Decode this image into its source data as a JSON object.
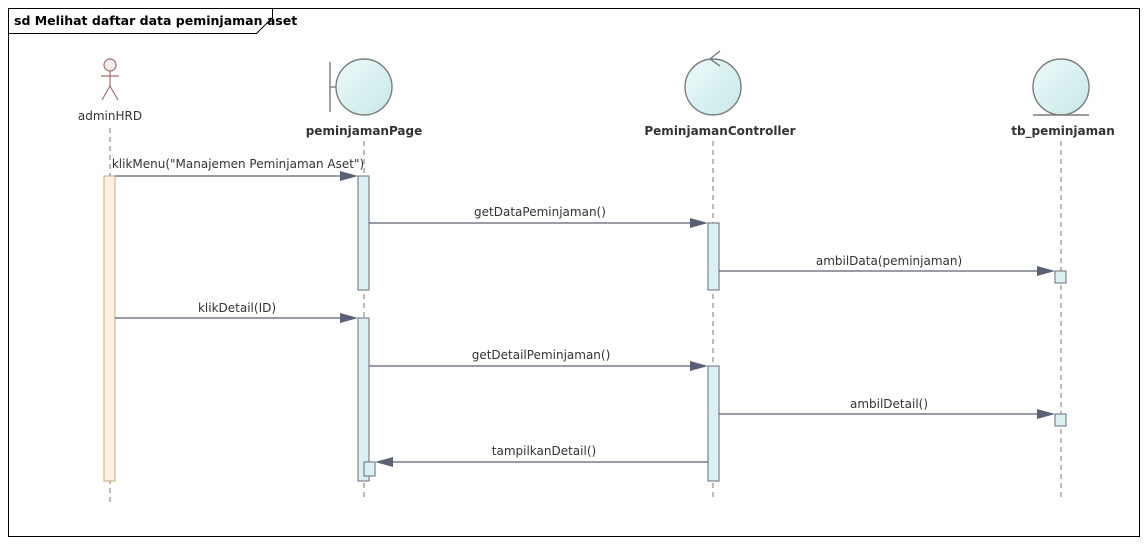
{
  "frame": {
    "title": "sd Melihat daftar data peminjaman aset"
  },
  "lifelines": [
    {
      "id": "adminHRD",
      "label": "adminHRD",
      "kind": "actor"
    },
    {
      "id": "peminjamanPage",
      "label": "peminjamanPage",
      "kind": "boundary"
    },
    {
      "id": "PeminjamanController",
      "label": "PeminjamanController",
      "kind": "control"
    },
    {
      "id": "tb_peminjaman",
      "label": "tb_peminjaman",
      "kind": "entity"
    }
  ],
  "messages": [
    {
      "label": "klikMenu(\"Manajemen Peminjaman Aset\")",
      "from": "adminHRD",
      "to": "peminjamanPage"
    },
    {
      "label": "getDataPeminjaman()",
      "from": "peminjamanPage",
      "to": "PeminjamanController"
    },
    {
      "label": "ambilData(peminjaman)",
      "from": "PeminjamanController",
      "to": "tb_peminjaman"
    },
    {
      "label": "klikDetail(ID)",
      "from": "adminHRD",
      "to": "peminjamanPage"
    },
    {
      "label": "getDetailPeminjaman()",
      "from": "peminjamanPage",
      "to": "PeminjamanController"
    },
    {
      "label": "ambilDetail()",
      "from": "PeminjamanController",
      "to": "tb_peminjaman"
    },
    {
      "label": "tampilkanDetail()",
      "from": "PeminjamanController",
      "to": "peminjamanPage"
    }
  ],
  "colors": {
    "frame": "#000000",
    "lifeline_dash": "#9b6b6b",
    "actor_stroke": "#a07070",
    "actor_activation_fill": "#fff2e3",
    "actor_activation_stroke": "#c8a880",
    "object_fill": "#d6f0f0",
    "object_stroke": "#7c7c7c",
    "activation_fill": "#d9f1f1",
    "activation_stroke": "#6a6a7a",
    "message_line": "#5a6075",
    "text": "#333333"
  }
}
